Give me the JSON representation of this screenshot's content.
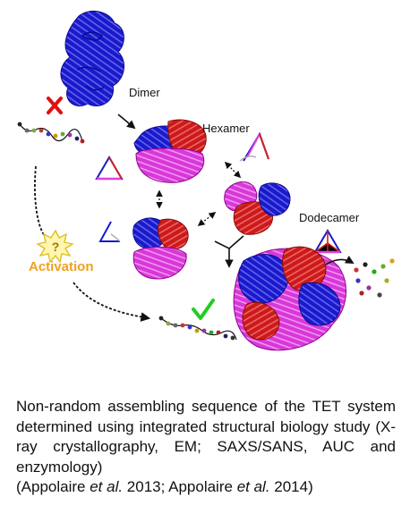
{
  "labels": {
    "dimer": "Dimer",
    "hexamer": "Hexamer",
    "dodecamer": "Dodecamer",
    "activation": "Activation",
    "question_mark": "?"
  },
  "colors": {
    "blue_chain": "#1a1acc",
    "red_chain": "#d42020",
    "magenta_chain": "#e040e0",
    "activation_text": "#f0a020",
    "cross": "#e01010",
    "check": "#22cc22"
  },
  "caption": {
    "line1": "Non-random assembling sequence of the TET system determined using integrated structural biology study (X-ray crystallography, EM; SAXS/SANS, AUC and enzymology)",
    "ref_open": "(Appolaire ",
    "et_al_1": "et al.",
    "ref_mid": " 2013; Appolaire ",
    "et_al_2": "et al.",
    "ref_close": " 2014)"
  }
}
